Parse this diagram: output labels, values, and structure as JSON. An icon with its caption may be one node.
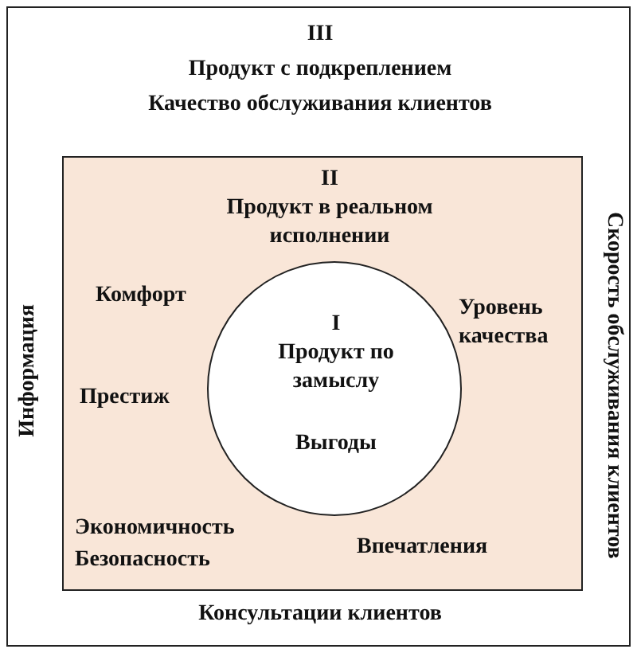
{
  "diagram": {
    "nodes": [
      {
        "text": [
          "III",
          "Продукт с подкреплением",
          "Качество обслуживания клиентов",
          "Информация",
          "Скорость обслуживания клиентов",
          "Консультации клиентов"
        ]
      },
      {
        "text": [
          "II",
          "Продукт в реальном исполнении",
          "Комфорт",
          "Уровень качества",
          "Престиж",
          "Экономичность",
          "Безопасность",
          "Впечатления"
        ],
        "in": 0
      },
      {
        "text": [
          "I",
          "Продукт по замыслу",
          "Выгоды"
        ],
        "in": 1
      }
    ]
  }
}
